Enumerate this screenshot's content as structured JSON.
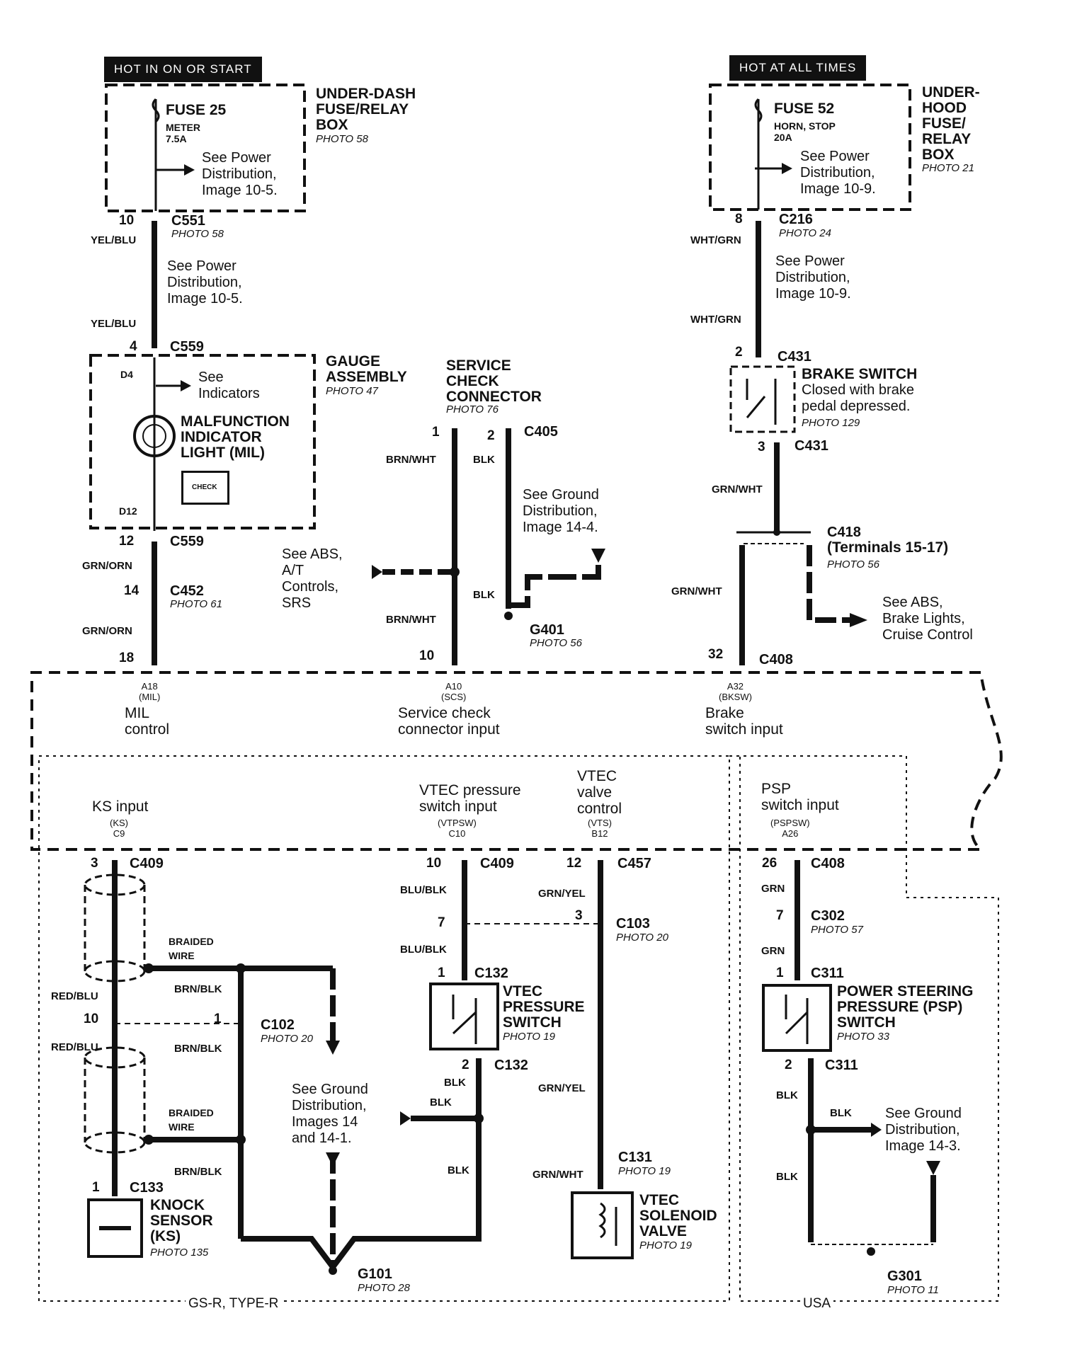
{
  "power": {
    "left_hot": "HOT IN ON OR START",
    "right_hot": "HOT AT ALL TIMES"
  },
  "left_fusebox": {
    "title": "UNDER-DASH\nFUSE/RELAY\nBOX",
    "photo": "PHOTO 58",
    "fuse": "FUSE 25",
    "fuse_name": "METER",
    "fuse_rating": "7.5A",
    "note": "See Power\nDistribution,\nImage 10-5."
  },
  "right_fusebox": {
    "title": "UNDER-\nHOOD\nFUSE/\nRELAY\nBOX",
    "photo": "PHOTO 21",
    "fuse": "FUSE 52",
    "fuse_name": "HORN, STOP",
    "fuse_rating": "20A",
    "note": "See Power\nDistribution,\nImage 10-9."
  },
  "left_wiring": {
    "c551_pin": "10",
    "c551": "C551",
    "c551_photo": "PHOTO 58",
    "wire1": "YEL/BLU",
    "wire2": "YEL/BLU",
    "note": "See Power\nDistribution,\nImage 10-5.",
    "c559_pin_top": "4",
    "c559_top": "C559",
    "c559_pin_bot": "12",
    "c559_bot": "C559",
    "wire3": "GRN/ORN",
    "c452_pin": "14",
    "c452": "C452",
    "c452_photo": "PHOTO 61",
    "wire4": "GRN/ORN",
    "ecm_pin": "18"
  },
  "gauge": {
    "title": "GAUGE\nASSEMBLY",
    "photo": "PHOTO 47",
    "d4": "D4",
    "see": "See\nIndicators",
    "mil": "MALFUNCTION\nINDICATOR\nLIGHT (MIL)",
    "check": "CHECK",
    "d12": "D12"
  },
  "scs": {
    "title": "SERVICE\nCHECK\nCONNECTOR",
    "photo": "PHOTO 76",
    "pin1": "1",
    "pin2": "2",
    "conn": "C405",
    "wire1": "BRN/WHT",
    "wire2": "BLK",
    "note_ground": "See Ground\nDistribution,\nImage 14-4.",
    "note_abs": "See ABS,\nA/T\nControls,\nSRS",
    "wire3": "BLK",
    "wire4": "BRN/WHT",
    "g401": "G401",
    "g401_photo": "PHOTO 56",
    "ecm_pin": "10"
  },
  "right_wiring": {
    "c216_pin": "8",
    "c216": "C216",
    "c216_photo": "PHOTO 24",
    "wire1": "WHT/GRN",
    "wire2": "WHT/GRN",
    "note": "See Power\nDistribution,\nImage 10-9.",
    "c431_pin_top": "2",
    "c431_top": "C431",
    "brake_title": "BRAKE SWITCH",
    "brake_note": "Closed with brake\npedal depressed.",
    "brake_photo": "PHOTO 129",
    "c431_pin_bot": "3",
    "c431_bot": "C431",
    "wire3": "GRN/WHT",
    "c418": "C418",
    "c418_terms": "(Terminals 15-17)",
    "c418_photo": "PHOTO 56",
    "wire4": "GRN/WHT",
    "note_abs": "See ABS,\nBrake Lights,\nCruise Control",
    "ecm_pin": "32",
    "c408": "C408"
  },
  "ecm": {
    "a18": "A18\n(MIL)",
    "a18_label": "MIL\ncontrol",
    "a10": "A10\n(SCS)",
    "a10_label": "Service check\nconnector input",
    "a32": "A32\n(BKSW)",
    "a32_label": "Brake\nswitch input",
    "ks_label": "KS input",
    "ks_code": "(KS)\nC9",
    "vtpsw_label": "VTEC pressure\nswitch input",
    "vtpsw_code": "(VTPSW)\nC10",
    "vts_label": "VTEC\nvalve\ncontrol",
    "vts_code": "(VTS)\nB12",
    "psp_label": "PSP\nswitch input",
    "psp_code": "(PSPSW)\nA26"
  },
  "knock": {
    "c409_pin": "3",
    "c409": "C409",
    "braided1": "BRAIDED\nWIRE",
    "wire_brnblk1": "BRN/BLK",
    "wire_redblu1": "RED/BLU",
    "c102_pin_left": "10",
    "c102_pin_right": "1",
    "c102": "C102",
    "c102_photo": "PHOTO 20",
    "wire_redblu2": "RED/BLU",
    "wire_brnblk2": "BRN/BLK",
    "braided2": "BRAIDED\nWIRE",
    "wire_brnblk3": "BRN/BLK",
    "c133_pin": "1",
    "c133": "C133",
    "title": "KNOCK\nSENSOR\n(KS)",
    "photo": "PHOTO 135",
    "note_ground": "See Ground\nDistribution,\nImages 14\nand 14-1.",
    "g101": "G101",
    "g101_photo": "PHOTO 28",
    "region": "GS-R, TYPE-R"
  },
  "vtec_ps": {
    "c409_pin": "10",
    "c409": "C409",
    "wire1": "BLU/BLK",
    "pin7": "7",
    "wire2": "BLU/BLK",
    "c132_pin_top": "1",
    "c132_top": "C132",
    "title": "VTEC\nPRESSURE\nSWITCH",
    "photo": "PHOTO 19",
    "c132_pin_bot": "2",
    "c132_bot": "C132",
    "wire3": "BLK",
    "wire4": "BLK",
    "wire5": "BLK"
  },
  "vtec_valve": {
    "c457_pin": "12",
    "c457": "C457",
    "wire1": "GRN/YEL",
    "c103_pin": "3",
    "c103": "C103",
    "c103_photo": "PHOTO 20",
    "wire2": "GRN/YEL",
    "c131": "C131",
    "c131_photo": "PHOTO 19",
    "wire3": "GRN/WHT",
    "title": "VTEC\nSOLENOID\nVALVE",
    "photo": "PHOTO 19"
  },
  "psp": {
    "c408_pin": "26",
    "c408": "C408",
    "wire1": "GRN",
    "c302_pin": "7",
    "c302": "C302",
    "c302_photo": "PHOTO 57",
    "wire2": "GRN",
    "c311_pin_top": "1",
    "c311_top": "C311",
    "title": "POWER STEERING\nPRESSURE (PSP)\nSWITCH",
    "photo": "PHOTO 33",
    "c311_pin_bot": "2",
    "c311_bot": "C311",
    "wire3": "BLK",
    "wire4": "BLK",
    "wire5": "BLK",
    "note_ground": "See Ground\nDistribution,\nImage 14-3.",
    "g301": "G301",
    "g301_photo": "PHOTO 11",
    "region": "USA"
  },
  "colors": {
    "ink": "#111111",
    "paper": "#ffffff"
  }
}
